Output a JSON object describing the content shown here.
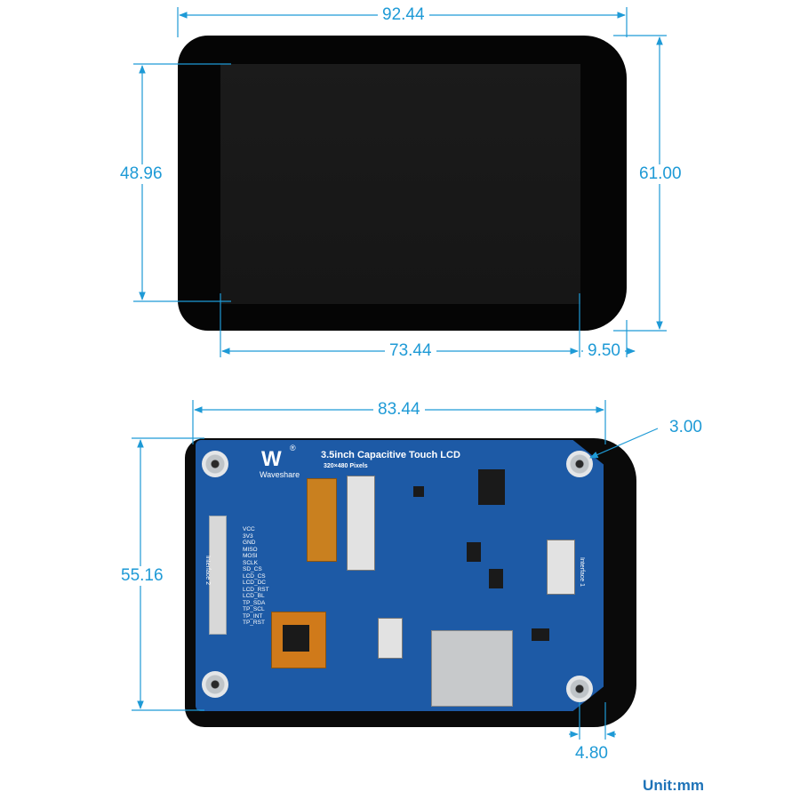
{
  "unit_label": "Unit:mm",
  "front_view": {
    "overall_width": "92.44",
    "display_height": "48.96",
    "overall_height": "61.00",
    "display_width": "73.44",
    "right_border": "9.50"
  },
  "back_view": {
    "hole_spacing_width": "83.44",
    "hole_diameter": "3.00",
    "hole_spacing_height": "55.16",
    "hole_edge_offset": "4.80"
  },
  "pcb": {
    "logo_text": "Waveshare",
    "logo_mark": "W",
    "logo_registered": "®",
    "title": "3.5inch Capacitive Touch LCD",
    "subtitle": "320×480 Pixels",
    "interface_left": "Interface 2",
    "interface_right": "Interface 1",
    "pins": [
      "VCC",
      "3V3",
      "GND",
      "MISO",
      "MOSI",
      "SCLK",
      "SD_CS",
      "LCD_CS",
      "LCD_DC",
      "LCD_RST",
      "LCD_BL",
      "TP_SDA",
      "TP_SCL",
      "TP_INT",
      "TP_RST"
    ]
  },
  "colors": {
    "dimension": "#1e9ad6",
    "pcb": "#1d5aa6",
    "frame": "#050505"
  }
}
